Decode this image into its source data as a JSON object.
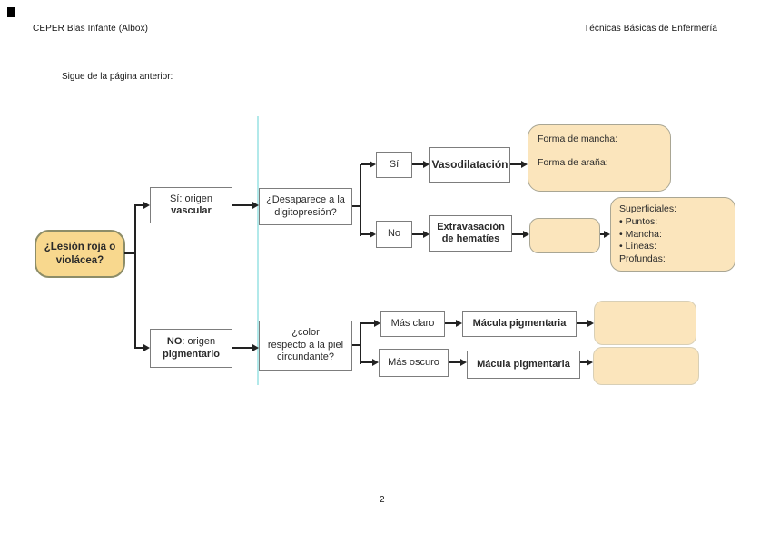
{
  "page": {
    "header_left": "CEPER Blas Infante (Albox)",
    "header_right": "Técnicas Básicas de Enfermería",
    "intro": "Sigue de la página anterior:",
    "page_number": "2"
  },
  "flowchart": {
    "start": {
      "line1": "¿Lesión roja o",
      "line2": "violácea?"
    },
    "vascular_branch": {
      "line1": "Sí: origen",
      "line2": "vascular"
    },
    "digitopresion": {
      "line1": "¿Desaparece a la",
      "line2": "digitopresión?"
    },
    "yes_label": "Sí",
    "vasodilatacion": "Vasodilatación",
    "forma_box": {
      "line1": "Forma de mancha:",
      "line2": "Forma de araña:"
    },
    "no_label": "No",
    "extravasacion": {
      "line1": "Extravasación",
      "line2": "de hematíes"
    },
    "superficiales_box": {
      "lines": [
        "Superficiales:",
        "• Puntos:",
        "• Mancha:",
        "• Líneas:",
        "Profundas:"
      ]
    },
    "pigmentario_branch": {
      "bold": "NO",
      "rest": ": origen",
      "line2": "pigmentario"
    },
    "color_question": {
      "line1": "¿color",
      "line2": "respecto a la piel",
      "line3": "circundante?"
    },
    "mas_claro": "Más claro",
    "macula_1": "Mácula pigmentaria",
    "mas_oscuro": "Más oscuro",
    "macula_2": "Mácula pigmentaria"
  },
  "colors": {
    "start_fill": "#f8d88e",
    "annotation_fill": "#fbe5bc",
    "accent_line": "#b2e9ea"
  }
}
